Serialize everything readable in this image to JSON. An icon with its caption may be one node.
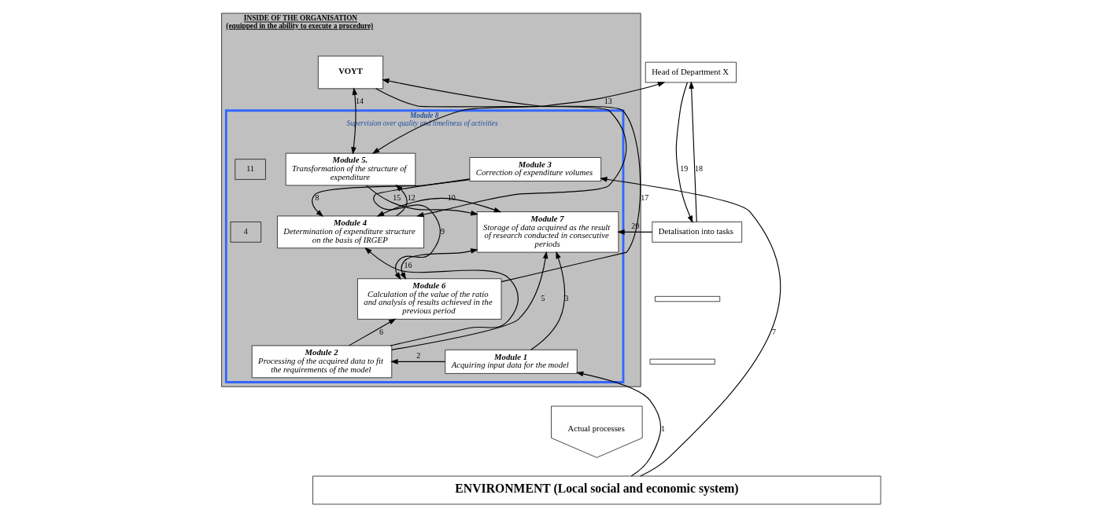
{
  "diagram": {
    "nodes": [
      {
        "text": [
          "INSIDE OF THE ORGANISATION",
          "(equipped in the ability to execute a procedure)"
        ]
      },
      {
        "text": [
          "VOYT"
        ],
        "in": 0
      },
      {
        "text": [
          "Module 8",
          "Supervision over quality and timeliness of activities"
        ],
        "in": 0
      },
      {
        "text": [
          "Module 5.",
          "Transformation of the structure of expenditure"
        ],
        "in": 2
      },
      {
        "text": [
          "Module 3",
          "Correction of expenditure volumes"
        ],
        "in": 2
      },
      {
        "text": [
          "Module 4",
          "Determination of expenditure structure on the basis of IRGEP"
        ],
        "in": 2
      },
      {
        "text": [
          "Module 7",
          "Storage of data acquired as the result of research conducted in consecutive periods"
        ],
        "in": 2
      },
      {
        "text": [
          "Module 2",
          "Processing of the acquired data to fit the requirements of the model"
        ],
        "in": 2
      },
      {
        "text": [
          "Module 1",
          "Acquiring input data for the model"
        ],
        "in": 2
      },
      {
        "text": [
          "Module 6",
          "Calculation of the value of the ratio and analysis of results achieved in the previous period"
        ],
        "in": 2
      },
      {
        "text": [
          "Head of Department X"
        ]
      },
      {
        "text": [
          "Detalisation into tasks"
        ]
      },
      {
        "text": [],
        "shape": "bar"
      },
      {
        "text": [],
        "shape": "bar"
      },
      {
        "text": [
          "Actual processes"
        ]
      },
      {
        "text": [
          "ENVIRONMENT (Local social and economic system)"
        ]
      }
    ],
    "edges": [
      {
        "from": 15,
        "to": 8,
        "arrow": "to",
        "label": "1"
      },
      {
        "from": 8,
        "to": 7,
        "arrow": "to",
        "label": "2"
      },
      {
        "from": 8,
        "to": 6,
        "arrow": "to",
        "label": "3"
      },
      {
        "from": 7,
        "to": 6,
        "arrow": "to",
        "label": "5"
      },
      {
        "from": 7,
        "to": 9,
        "arrow": "to",
        "label": "6"
      },
      {
        "from": 7,
        "to": 5,
        "arrow": "to"
      },
      {
        "from": 15,
        "to": 4,
        "arrow": "to",
        "label": "7"
      },
      {
        "from": 4,
        "to": 5,
        "arrow": "to",
        "label": "8"
      },
      {
        "from": 4,
        "to": 9,
        "arrow": "to",
        "label": "9"
      },
      {
        "from": 5,
        "to": 6,
        "arrow": "both",
        "label": "10"
      },
      {
        "from": 5,
        "to": 3,
        "arrow": "to",
        "label": "12"
      },
      {
        "from": 3,
        "to": 10,
        "arrow": "both",
        "label": "13"
      },
      {
        "from": 3,
        "to": 1,
        "arrow": "both",
        "label": "14"
      },
      {
        "from": 3,
        "to": 6,
        "arrow": "to",
        "label": "15"
      },
      {
        "from": 1,
        "to": 5,
        "arrow": "to"
      },
      {
        "from": 6,
        "to": 9,
        "arrow": "both",
        "label": "16"
      },
      {
        "from": 9,
        "to": 1,
        "arrow": "to",
        "label": "17"
      },
      {
        "from": 11,
        "to": 10,
        "arrow": "to",
        "label": "18"
      },
      {
        "from": 10,
        "to": 11,
        "arrow": "to",
        "label": "19"
      },
      {
        "from": 11,
        "to": 6,
        "arrow": "to",
        "label": "20"
      }
    ],
    "labels": [
      "4",
      "11"
    ]
  }
}
